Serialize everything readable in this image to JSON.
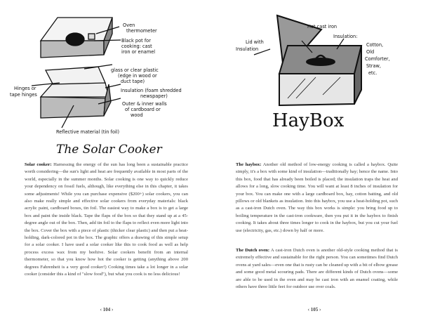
{
  "left_page": {
    "illustration": {
      "title": "The Solar Cooker",
      "labels": {
        "oven_thermometer": [
          "Oven",
          "thermometer"
        ],
        "black_pot": [
          "Black pot for",
          "cooking: cast",
          "iron or enamel"
        ],
        "glass": [
          "glass or clear plastic",
          "(edge in wood or",
          "duct tape)"
        ],
        "hinges": [
          "Hinges or",
          "tape hinges"
        ],
        "insulation": [
          "Insulation (foam shredded",
          "newspaper)"
        ],
        "walls": [
          "Outer & inner walls",
          "of cardboard or",
          "wood"
        ],
        "reflective": "Reflective material (tin foil)"
      }
    },
    "paragraph": {
      "lead": "Solar cooker:",
      "text": " Harnessing the energy of the sun has long been a sustainable practice worth considering—the sun's light and heat are frequently available in most parts of the world, especially in the summer months. Solar cooking is one way to quickly reduce your dependency on fossil fuels, although, like everything else in this chapter, it takes some adjustments! While you can purchase expensive ($200+) solar cookers, you can also make really simple and effective solar cookers from everyday materials: black acrylic paint, cardboard boxes, tin foil. The easiest way to make a box is to get a large box and paint the inside black. Tape the flaps of the box so that they stand up at a 45-degree angle out of the box. Then, add tin foil to the flaps to reflect even more light into the box. Cover the box with a piece of plastic (thicker clear plastic) and then put a heat-holding, dark-colored pot in the box. The graphic offers a drawing of this simple setup for a solar cooker. I have used a solar cooker like this to cook food as well as help process excess wax from my beehive. Solar cookers benefit from an internal thermometer, so that you know how hot the cooker is getting (anything above 200 degrees Fahrenheit is a very good cooker!) Cooking times take a lot longer in a solar cooker (consider this a kind of \"slow food\"), but what you cook is no less delicious!"
    },
    "page_number": "‹ 104 ›"
  },
  "right_page": {
    "illustration": {
      "title": "HayBox",
      "labels": {
        "lid": [
          "Lid with",
          "Insulation"
        ],
        "hot_cast_iron": "Hot cast iron",
        "insulation": [
          "Insulation:",
          "Cotton,",
          "Old",
          "Comforter,",
          "Straw,",
          "etc."
        ]
      }
    },
    "haybox": {
      "lead": "The haybox:",
      "text": " Another old method of low-energy cooking is called a haybox. Quite simply, it's a box with some kind of insulation—traditionally hay; hence the name. Into this box, food that has already been boiled is placed; the insulation traps the heat and allows for a long, slow cooking time. You will want at least 8 inches of insulation for your box. You can make one with a large cardboard box, hay, cotton batting, and old pillows or old blankets as insulation. Into this haybox, you use a heat-holding pot, such as a cast-iron Dutch oven. The way this box works is simple: you bring food up to boiling temperature in the cast-iron cookware, then you put it in the haybox to finish cooking. It takes about three times longer to cook in the haybox, but you cut your fuel use (electricity, gas, etc.) down by half or more."
    },
    "dutch_oven": {
      "lead": "The Dutch oven:",
      "text": " A cast-iron Dutch oven is another old-style cooking method that is extremely effective and sustainable for the right person. You can sometimes find Dutch ovens at yard sales—even one that is rusty can be cleaned up with a bit of elbow grease and some good metal scouring pads. There are different kinds of Dutch ovens—some are able to be used in the oven and may be cast iron with an enamel coating, while others have three little feet for outdoor use over coals."
    },
    "page_number": "‹ 105 ›"
  }
}
